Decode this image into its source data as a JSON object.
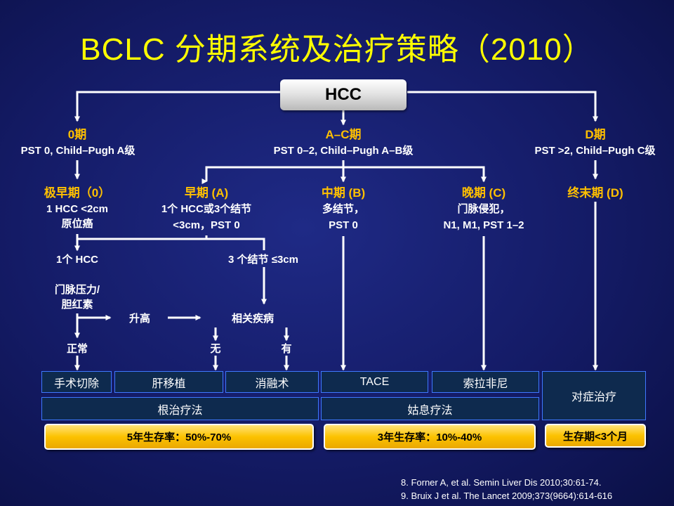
{
  "title": "BCLC 分期系统及治疗策略（2010）",
  "root": "HCC",
  "stages": {
    "stage0": {
      "name": "0期",
      "desc": "PST 0, Child–Pugh A级"
    },
    "stageAC": {
      "name": "A–C期",
      "desc": "PST 0–2, Child–Pugh A–B级"
    },
    "stageD": {
      "name": "D期",
      "desc": "PST >2, Child–Pugh C级"
    }
  },
  "substages": {
    "very_early": {
      "name": "极早期（0）",
      "lines": [
        "1 HCC <2cm",
        "原位癌"
      ]
    },
    "early": {
      "name": "早期 (A)",
      "lines": [
        "1个 HCC或3个结节",
        "<3cm，PST 0"
      ]
    },
    "intermediate": {
      "name": "中期 (B)",
      "lines": [
        "多结节，",
        "PST 0"
      ]
    },
    "advanced": {
      "name": "晚期 (C)",
      "lines": [
        "门脉侵犯，",
        "N1, M1, PST 1–2"
      ]
    },
    "terminal": {
      "name": "终末期 (D)"
    }
  },
  "branches": {
    "single": "1个 HCC",
    "three_nodules": "3 个结节 ≤3cm",
    "portal": [
      "门脉压力/",
      "胆红素"
    ],
    "raised": "升高",
    "comorbid": "相关疾病",
    "normal": "正常",
    "no": "无",
    "yes": "有"
  },
  "treatments": {
    "resection": "手术切除",
    "transplant": "肝移植",
    "ablation": "消融术",
    "tace": "TACE",
    "sorafenib": "索拉非尼",
    "symptomatic": "对症治疗"
  },
  "categories": {
    "curative": "根治疗法",
    "palliative": "姑息疗法"
  },
  "survival": {
    "curative": "5年生存率：50%-70%",
    "palliative": "3年生存率：10%-40%",
    "terminal": "生存期<3个月"
  },
  "references": [
    "8. Forner A, et al. Semin Liver Dis 2010;30:61-74.",
    "9. Bruix J et al. The Lancet 2009;373(9664):614-616"
  ]
}
